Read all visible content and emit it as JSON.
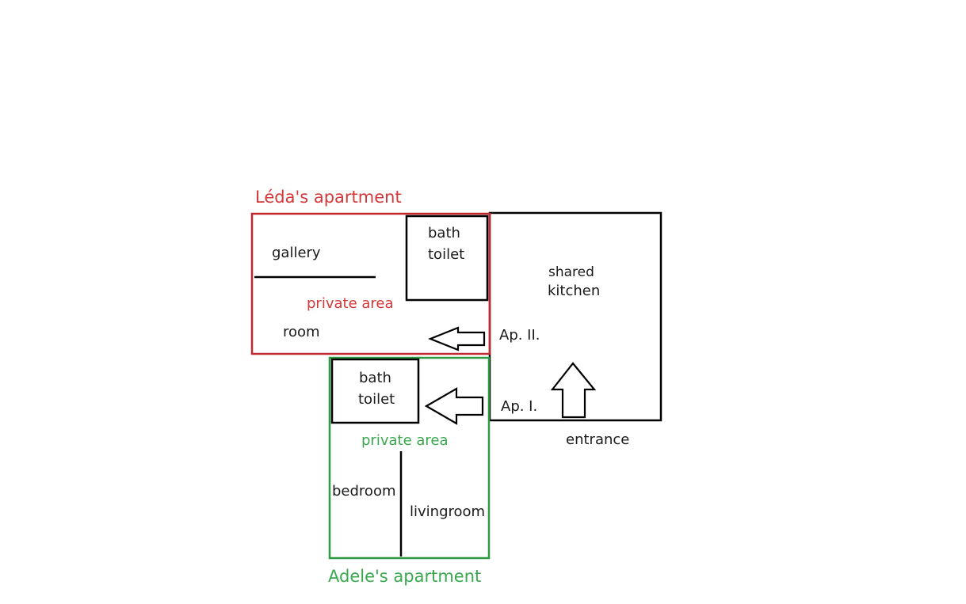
{
  "diagram": {
    "colors": {
      "leda": "#c0282d",
      "adele": "#2e9a44",
      "outline": "#000000",
      "leda_text": "#d43838",
      "adele_text": "#3aa84e"
    },
    "leda_apartment": {
      "title": "Léda's apartment",
      "bath": "bath",
      "toilet": "toilet",
      "gallery": "gallery",
      "private_area": "private area",
      "room": "room"
    },
    "shared": {
      "shared": "shared",
      "kitchen": "kitchen",
      "ap_two": "Ap. II.",
      "ap_one": "Ap. I.",
      "entrance": "entrance"
    },
    "adele_apartment": {
      "title": "Adele's apartment",
      "bath": "bath",
      "toilet": "toilet",
      "private_area": "private area",
      "bedroom": "bedroom",
      "livingroom": "livingroom"
    }
  }
}
